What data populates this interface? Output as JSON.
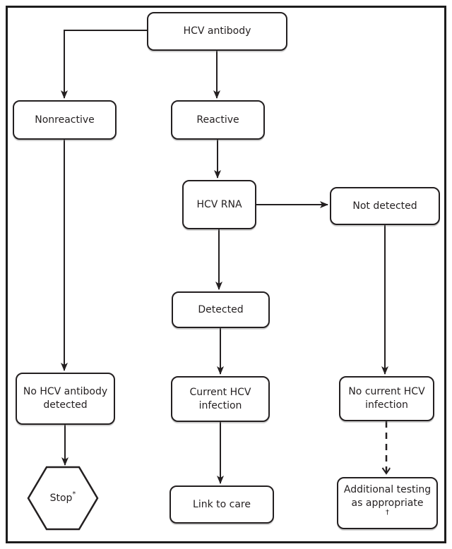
{
  "figure": {
    "type": "flowchart",
    "description": "HCV testing sequence flowchart",
    "colors": {
      "line": "#231f20",
      "background": "#ffffff",
      "frame": "#1c1c1c"
    }
  },
  "nodes": {
    "hcv_antibody": {
      "label": "HCV antibody",
      "shape": "rounded-rect"
    },
    "nonreactive": {
      "label": "Nonreactive",
      "shape": "rounded-rect"
    },
    "reactive": {
      "label": "Reactive",
      "shape": "rounded-rect"
    },
    "hcv_rna": {
      "label": "HCV RNA",
      "shape": "rounded-rect"
    },
    "not_detected": {
      "label": "Not detected",
      "shape": "rounded-rect"
    },
    "detected": {
      "label": "Detected",
      "shape": "rounded-rect"
    },
    "no_hcv_antibody": {
      "line1": "No HCV antibody",
      "line2": "detected",
      "shape": "rounded-rect"
    },
    "current_infection": {
      "line1": "Current HCV",
      "line2": "infection",
      "shape": "rounded-rect"
    },
    "no_current_infection": {
      "line1": "No current HCV",
      "line2": "infection",
      "shape": "rounded-rect"
    },
    "stop": {
      "label": "Stop",
      "superscript": "*",
      "shape": "hexagon"
    },
    "link_to_care": {
      "label": "Link to care",
      "shape": "rounded-rect"
    },
    "additional_testing": {
      "line1": "Additional testing",
      "line2": "as appropriate",
      "superscript": "†",
      "shape": "rounded-rect"
    }
  },
  "edges": [
    {
      "from": "hcv_antibody",
      "to": "nonreactive",
      "style": "solid",
      "route": "elbow-left-down"
    },
    {
      "from": "hcv_antibody",
      "to": "reactive",
      "style": "solid",
      "route": "down"
    },
    {
      "from": "reactive",
      "to": "hcv_rna",
      "style": "solid",
      "route": "down"
    },
    {
      "from": "hcv_rna",
      "to": "not_detected",
      "style": "solid",
      "route": "right"
    },
    {
      "from": "hcv_rna",
      "to": "detected",
      "style": "solid",
      "route": "down"
    },
    {
      "from": "detected",
      "to": "current_infection",
      "style": "solid",
      "route": "down"
    },
    {
      "from": "current_infection",
      "to": "link_to_care",
      "style": "solid",
      "route": "down"
    },
    {
      "from": "not_detected",
      "to": "no_current_infection",
      "style": "solid",
      "route": "down"
    },
    {
      "from": "no_current_infection",
      "to": "additional_testing",
      "style": "dashed",
      "route": "down"
    },
    {
      "from": "nonreactive",
      "to": "no_hcv_antibody",
      "style": "solid",
      "route": "down"
    },
    {
      "from": "no_hcv_antibody",
      "to": "stop",
      "style": "solid",
      "route": "down"
    }
  ]
}
